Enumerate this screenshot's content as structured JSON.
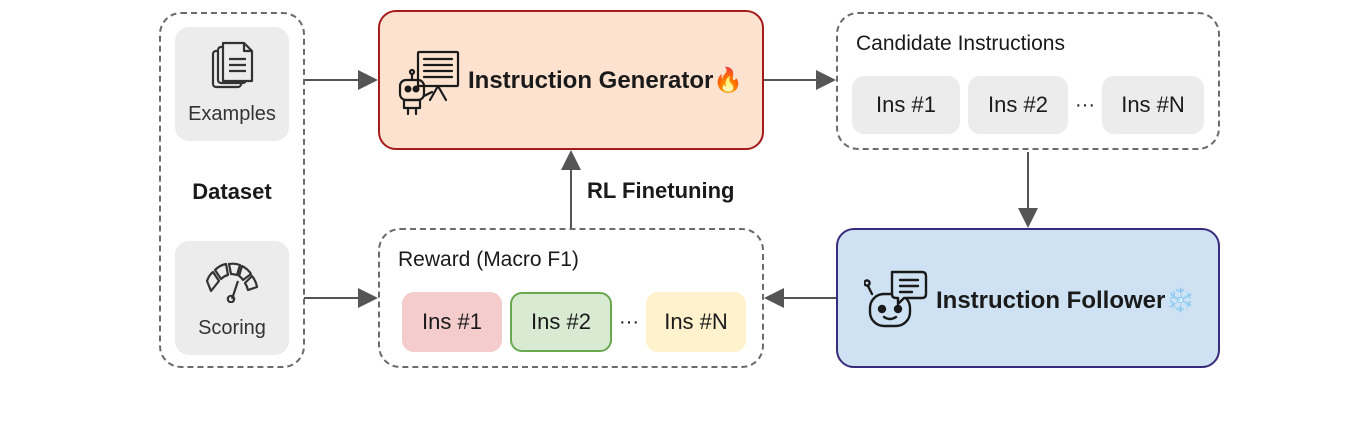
{
  "dataset": {
    "label": "Dataset",
    "examples_label": "Examples",
    "scoring_label": "Scoring"
  },
  "generator": {
    "label": "Instruction Generator",
    "emoji": "🔥",
    "fill": "#fde3cf",
    "border": "#a61c1c"
  },
  "candidates": {
    "label": "Candidate Instructions",
    "items": [
      "Ins #1",
      "Ins #2",
      "Ins #N"
    ],
    "ellipsis": "···"
  },
  "follower": {
    "label": "Instruction Follower",
    "emoji": "❄️",
    "fill": "#cfe2f3",
    "border": "#3a2a7a"
  },
  "reward": {
    "label": "Reward (Macro F1)",
    "items": [
      "Ins #1",
      "Ins #2",
      "Ins #N"
    ],
    "item_colors": [
      "#f4cccc",
      "#d9ead3",
      "#fff2cc"
    ],
    "ellipsis": "···"
  },
  "finetune": {
    "label": "RL Finetuning"
  },
  "icons": [
    "documents-icon",
    "gauge-icon",
    "robot-presenter-icon",
    "robot-chat-icon"
  ]
}
